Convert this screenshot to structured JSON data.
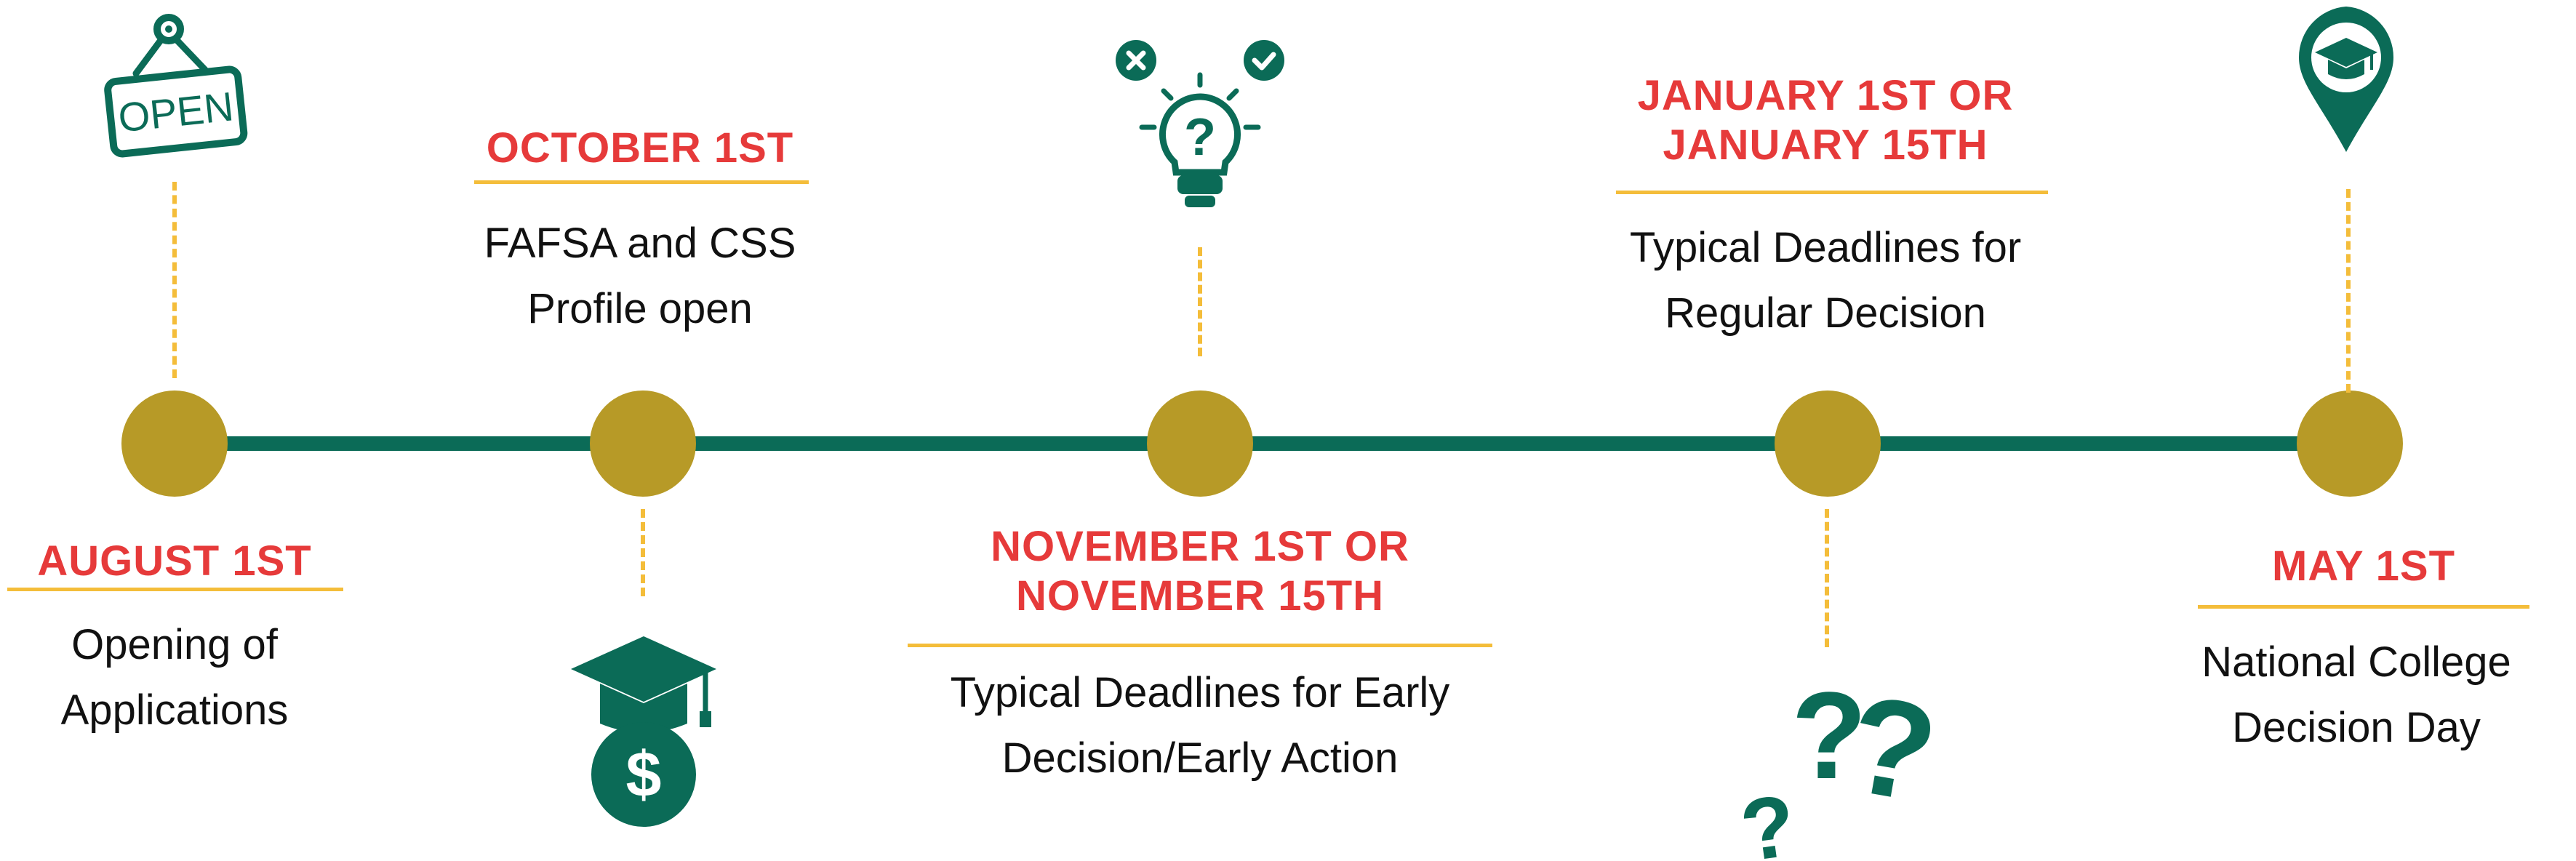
{
  "colors": {
    "line": "#0b6b57",
    "node": "#b79a27",
    "dash": "#f4bd3a",
    "date_text": "#e63a3a",
    "icon": "#0b6b57"
  },
  "milestones": [
    {
      "date_lines": [
        "AUGUST 1ST"
      ],
      "description_lines": [
        "Opening of",
        "Applications"
      ],
      "icon": "open-sign-icon"
    },
    {
      "date_lines": [
        "OCTOBER 1ST"
      ],
      "description_lines": [
        "FAFSA and CSS",
        "Profile open"
      ],
      "icon": "graduation-money-icon"
    },
    {
      "date_lines": [
        "NOVEMBER 1ST OR",
        "NOVEMBER 15TH"
      ],
      "description_lines": [
        "Typical Deadlines for Early",
        "Decision/Early Action"
      ],
      "icon": "lightbulb-question-icon"
    },
    {
      "date_lines": [
        "JANUARY 1ST OR",
        "JANUARY 15TH"
      ],
      "description_lines": [
        "Typical Deadlines for",
        "Regular Decision"
      ],
      "icon": "question-marks-icon"
    },
    {
      "date_lines": [
        "MAY 1ST"
      ],
      "description_lines": [
        "National College",
        "Decision Day"
      ],
      "icon": "graduation-location-pin-icon"
    }
  ],
  "icon_glyphs": {
    "open_sign_text": "OPEN",
    "dollar": "$",
    "question": "?"
  }
}
